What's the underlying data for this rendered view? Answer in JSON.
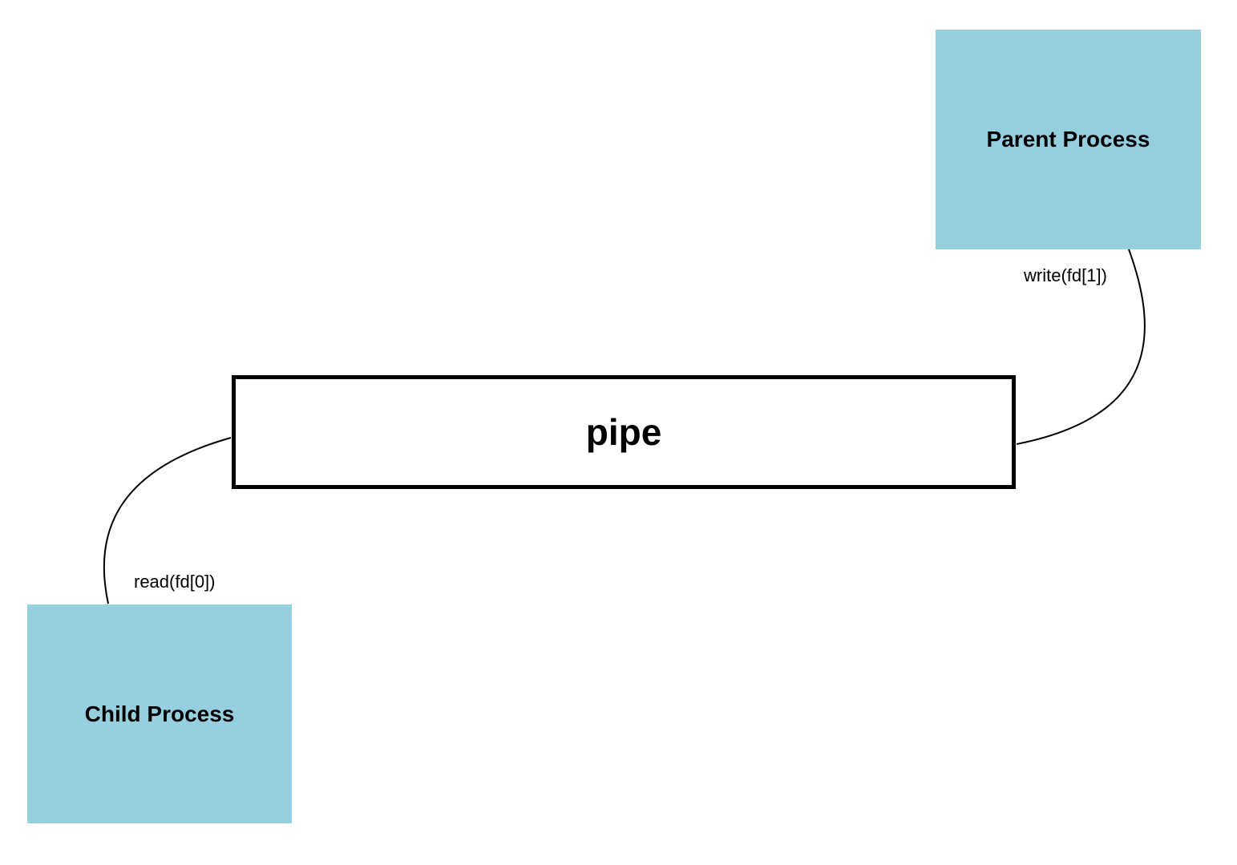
{
  "diagram": {
    "nodes": {
      "parent": {
        "label": "Parent Process",
        "fill": "#96d0e0"
      },
      "child": {
        "label": "Child Process",
        "fill": "#96d0e0"
      },
      "pipe": {
        "label": "pipe",
        "fill": "#ffffff",
        "border": "#000000"
      }
    },
    "edges": [
      {
        "from": "parent",
        "to": "pipe",
        "label": "write(fd[1])"
      },
      {
        "from": "pipe",
        "to": "child",
        "label": "read(fd[0])"
      }
    ]
  }
}
